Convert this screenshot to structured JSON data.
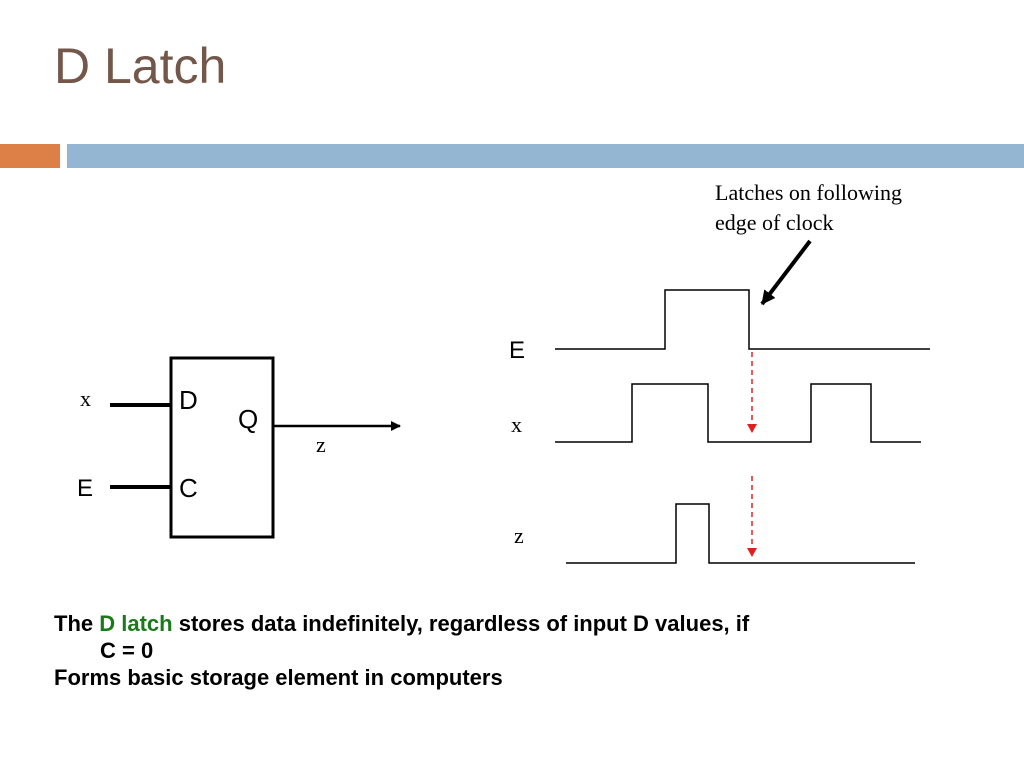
{
  "slide": {
    "title": "D Latch"
  },
  "latch": {
    "input_x_label": "x",
    "input_e_label": "E",
    "pin_d": "D",
    "pin_c": "C",
    "pin_q": "Q",
    "output_label": "z"
  },
  "timing": {
    "annotation_line1": "Latches on following",
    "annotation_line2": "edge of clock",
    "signal_e_label": "E",
    "signal_x_label": "x",
    "signal_z_label": "z"
  },
  "body": {
    "line1_pre": "The ",
    "line1_highlight": "D latch",
    "line1_post": " stores data indefinitely, regardless of input D values, if",
    "line1_cont": "C = 0",
    "line2": "Forms basic storage element in computers"
  },
  "colors": {
    "title": "#73574a",
    "accent_orange": "#dd8047",
    "accent_blue": "#94b6d2",
    "highlight": "#1a7a1a",
    "dashed_arrow": "#e02020"
  }
}
